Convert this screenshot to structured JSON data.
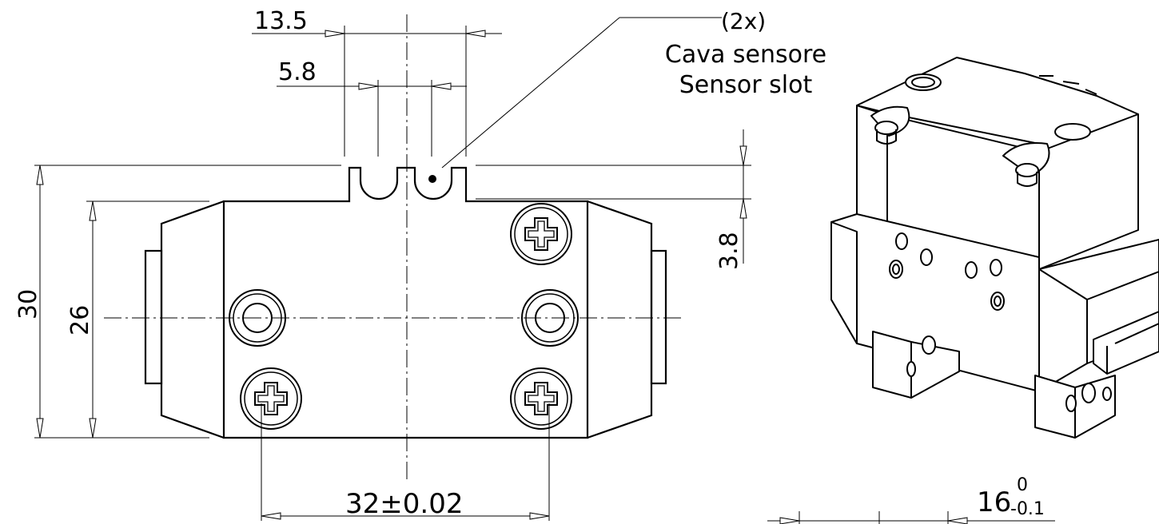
{
  "dimensions": {
    "slot_spacing_outer": "13.5",
    "slot_spacing_inner": "5.8",
    "body_height_total": "30",
    "body_height_inner": "26",
    "slot_depth": "3.8",
    "hole_spacing": "32±0.02",
    "width_nominal": "16",
    "width_tol_upper": "0",
    "width_tol_lower": "-0.1"
  },
  "callout": {
    "count": "(2x)",
    "label_it": "Cava sensore",
    "label_en": "Sensor slot"
  },
  "colors": {
    "line": "#000000",
    "background": "#ffffff"
  }
}
